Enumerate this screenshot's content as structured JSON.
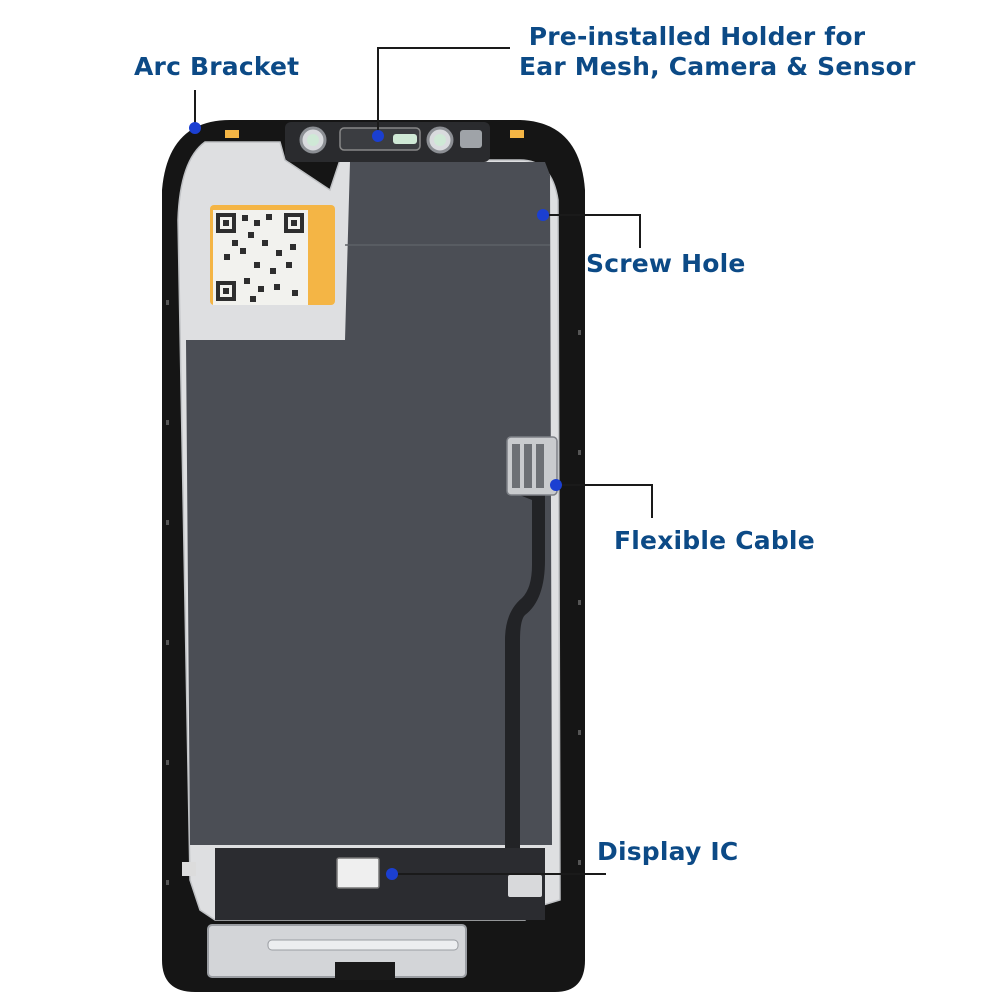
{
  "callouts": {
    "arc_bracket": "Arc Bracket",
    "holder_line1": "Pre-installed Holder for",
    "holder_line2": "Ear Mesh, Camera & Sensor",
    "screw_hole": "Screw Hole",
    "flexible_cable": "Flexible Cable",
    "display_ic": "Display IC"
  },
  "colors": {
    "label": "#0c4a86",
    "leader_line": "#1a1a1a",
    "marker_dot": "#1b3fd1",
    "frame": "#151515",
    "shield_plate": "#dedfe1",
    "graphite_sheet": "#4b4e55",
    "sticker": "#f4b545"
  },
  "icons": {
    "marker": "blue-dot"
  }
}
